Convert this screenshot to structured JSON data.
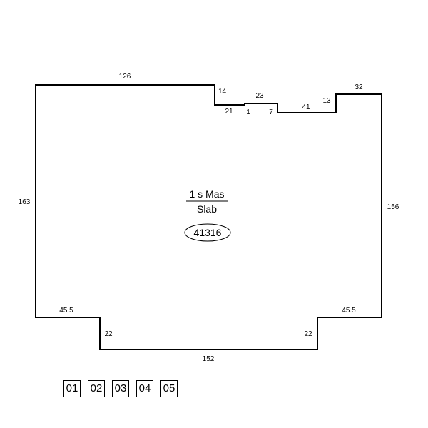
{
  "sketch": {
    "area_label": "1 s Mas",
    "foundation_label": "Slab",
    "area_value": "41316",
    "dimensions": {
      "top_left": "126",
      "step_down_1": "14",
      "ledge_1": "21",
      "step_up_small": "1",
      "ledge_2": "23",
      "step_down_2": "7",
      "ledge_3": "41",
      "step_up_2": "13",
      "top_right": "32",
      "right": "156",
      "left": "163",
      "bottom_left_ledge": "45.5",
      "bottom_right_ledge": "45.5",
      "bottom_left_drop": "22",
      "bottom_right_drop": "22",
      "bottom": "152"
    }
  },
  "pages": [
    "01",
    "02",
    "03",
    "04",
    "05"
  ]
}
